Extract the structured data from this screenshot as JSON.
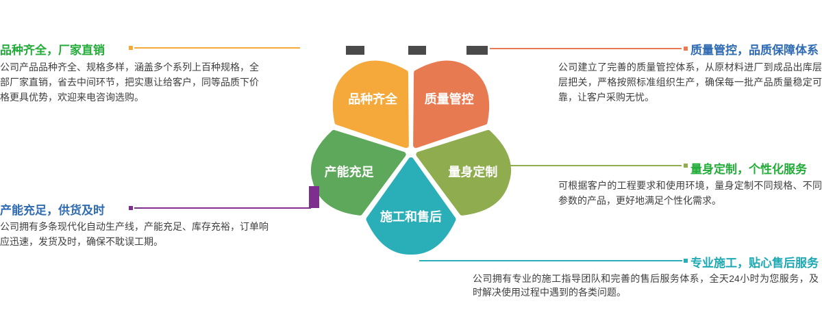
{
  "flower": {
    "label_color": "#FFFFFF",
    "petals": [
      {
        "key": "variety",
        "label": "品种齐全",
        "color": "#F6A93B",
        "angle": 324
      },
      {
        "key": "quality",
        "label": "质量管控",
        "color": "#E87A52",
        "angle": 36
      },
      {
        "key": "custom",
        "label": "量身定制",
        "color": "#8FAC4F",
        "angle": 108
      },
      {
        "key": "service",
        "label": "施工和售后",
        "color": "#2AAEB8",
        "angle": 180
      },
      {
        "key": "capacity",
        "label": "产能充足",
        "color": "#5EA85C",
        "angle": 252
      }
    ]
  },
  "decor": {
    "tab_color": "#7E2F8E",
    "tip_color": "#4A4A4A"
  },
  "callouts": {
    "top_left": {
      "heading": "品种齐全，厂家直销",
      "heading_color": "#22AC38",
      "line_color": "#F6A93B",
      "body": "公司产品品种齐全、规格多样，涵盖多个系列上百种规格，全部厂家直销，省去中间环节，把实惠让给客户，同等品质下价格更具优势，欢迎来电咨询选购。"
    },
    "top_right": {
      "heading": "质量管控，品质保障体系",
      "heading_color": "#2F6BB3",
      "line_color": "#E87A52",
      "body": "公司建立了完善的质量管控体系，从原材料进厂到成品出库层层把关，严格按照标准组织生产，确保每一批产品质量稳定可靠，让客户采购无忧。"
    },
    "mid_left": {
      "heading": "产能充足，供货及时",
      "heading_color": "#2F6BB3",
      "line_color": "#7E2F8E",
      "body": "公司拥有多条现代化自动生产线，产能充足、库存充裕，订单响应迅速，发货及时，确保不耽误工期。"
    },
    "mid_right": {
      "heading": "量身定制，个性化服务",
      "heading_color": "#22AC38",
      "line_color": "#8FAC4F",
      "body": "可根据客户的工程要求和使用环境，量身定制不同规格、不同参数的产品，更好地满足个性化需求。"
    },
    "bottom_right": {
      "heading": "专业施工，贴心售后服务",
      "heading_color": "#1CA9B4",
      "line_color": "#2AAEB8",
      "body": "公司拥有专业的施工指导团队和完善的售后服务体系，全天24小时为您服务，及时解决使用过程中遇到的各类问题。"
    }
  }
}
